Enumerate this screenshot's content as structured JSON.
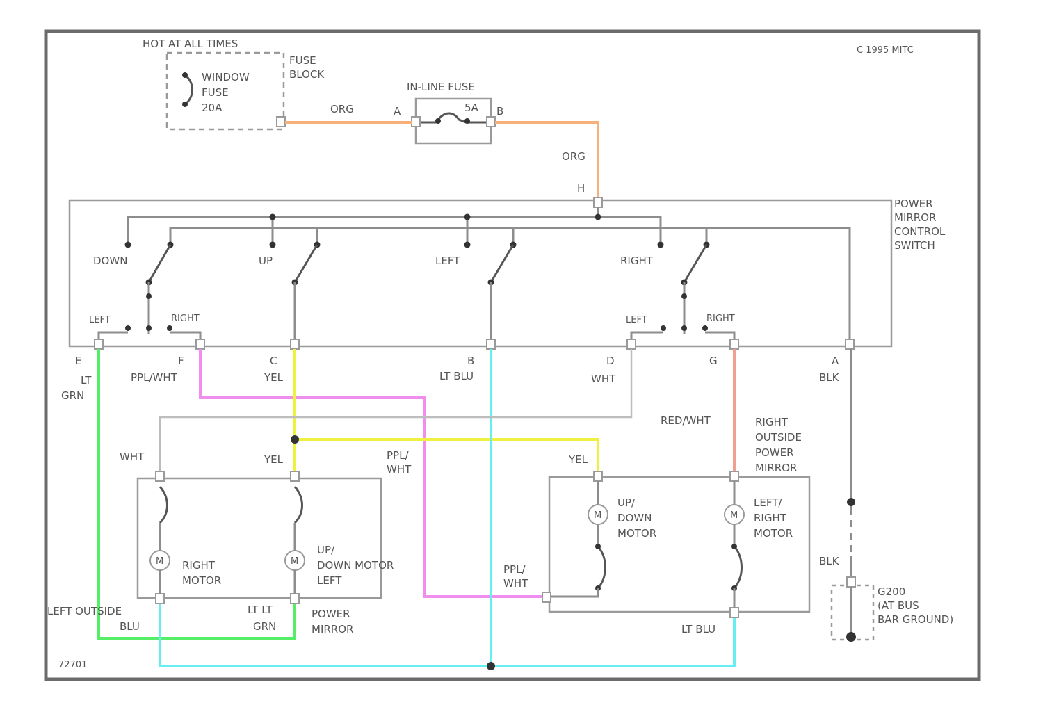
{
  "header": {
    "hot_label": "HOT AT ALL TIMES",
    "copyright": "C 1995 MITC"
  },
  "fuse_block": {
    "label_1": "FUSE",
    "label_2": "BLOCK",
    "fuse_name_1": "WINDOW",
    "fuse_name_2": "FUSE",
    "fuse_rating": "20A"
  },
  "inline_fuse": {
    "label": "IN-LINE FUSE",
    "rating": "5A",
    "pin_a": "A",
    "pin_b": "B"
  },
  "switch": {
    "label": [
      "POWER",
      "MIRROR",
      "CONTROL",
      "SWITCH"
    ],
    "pin_h": "H",
    "positions": [
      "DOWN",
      "UP",
      "LEFT",
      "RIGHT"
    ],
    "left_1": "LEFT",
    "right_1": "RIGHT",
    "left_2": "LEFT",
    "right_2": "RIGHT"
  },
  "switch_pins": [
    {
      "pin": "E",
      "wire": [
        "LT",
        "GRN"
      ]
    },
    {
      "pin": "F",
      "wire": [
        "PPL/WHT"
      ]
    },
    {
      "pin": "C",
      "wire": [
        "YEL"
      ]
    },
    {
      "pin": "B",
      "wire": [
        "LT BLU"
      ]
    },
    {
      "pin": "D",
      "wire": [
        "WHT"
      ]
    },
    {
      "pin": "G",
      "wire": [
        "RED/WHT"
      ]
    },
    {
      "pin": "A",
      "wire": [
        "BLK"
      ]
    }
  ],
  "wires": {
    "org_1": "ORG",
    "org_2": "ORG",
    "wht": "WHT",
    "yel_left": "YEL",
    "ppl_wht_1": [
      "PPL/",
      "WHT"
    ],
    "yel_right": "YEL",
    "red_wht": "RED/WHT",
    "ppl_wht_2": [
      "PPL/",
      "WHT"
    ],
    "blk": "BLK",
    "blu": "BLU",
    "lt_grn": [
      "LT LT",
      "GRN"
    ],
    "lt_blu_bottom": "LT BLU"
  },
  "left_mirror": {
    "label_1": "LEFT OUTSIDE",
    "label_2": "POWER",
    "label_3": "MIRROR",
    "motor_1": [
      "RIGHT",
      "MOTOR"
    ],
    "motor_2": [
      "UP/",
      "DOWN MOTOR",
      "LEFT"
    ]
  },
  "right_mirror": {
    "label": [
      "RIGHT",
      "OUTSIDE",
      "POWER",
      "MIRROR"
    ],
    "motor_1": [
      "UP/",
      "DOWN",
      "MOTOR"
    ],
    "motor_2": [
      "LEFT/",
      "RIGHT",
      "MOTOR"
    ]
  },
  "ground": {
    "label": [
      "G200",
      "(AT BUS",
      "BAR GROUND)"
    ]
  },
  "footer": {
    "code": "72701"
  },
  "colors": {
    "orange": "#f7b07a",
    "green": "#55ee66",
    "magenta": "#f08ef0",
    "yellow": "#f0f040",
    "cyan": "#66eef0",
    "pink_red": "#f0a090",
    "gray": "#8d8d8d"
  }
}
